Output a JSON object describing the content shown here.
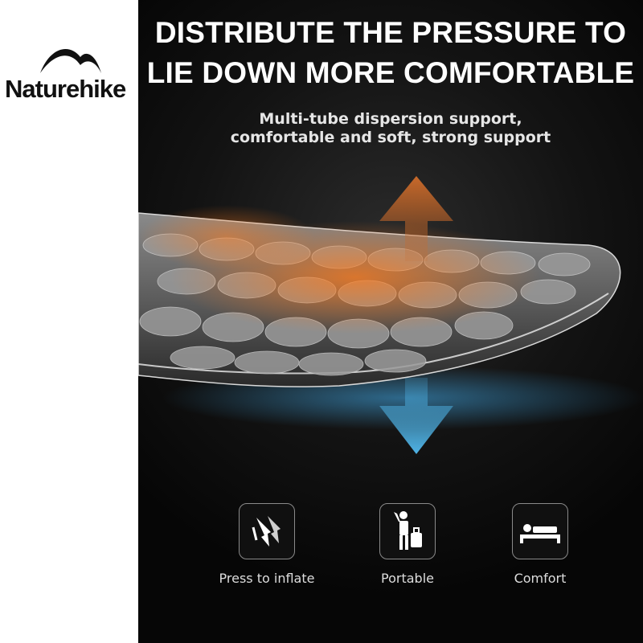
{
  "brand": {
    "name": "Naturehike",
    "logo_icon": "mountain-arc-icon"
  },
  "headline": {
    "line1": "DISTRIBUTE THE PRESSURE TO",
    "line2": "LIE DOWN MORE COMFORTABLE"
  },
  "subheading": {
    "line1": "Multi-tube dispersion support,",
    "line2": "comfortable and soft, strong support"
  },
  "illustration": {
    "up_arrow_color": "#c8692a",
    "down_arrow_color": "#4fb3e6"
  },
  "features": [
    {
      "label": "Press to inflate",
      "icon": "press-inflate-icon"
    },
    {
      "label": "Portable",
      "icon": "portable-traveler-icon"
    },
    {
      "label": "Comfort",
      "icon": "person-lying-icon"
    }
  ]
}
